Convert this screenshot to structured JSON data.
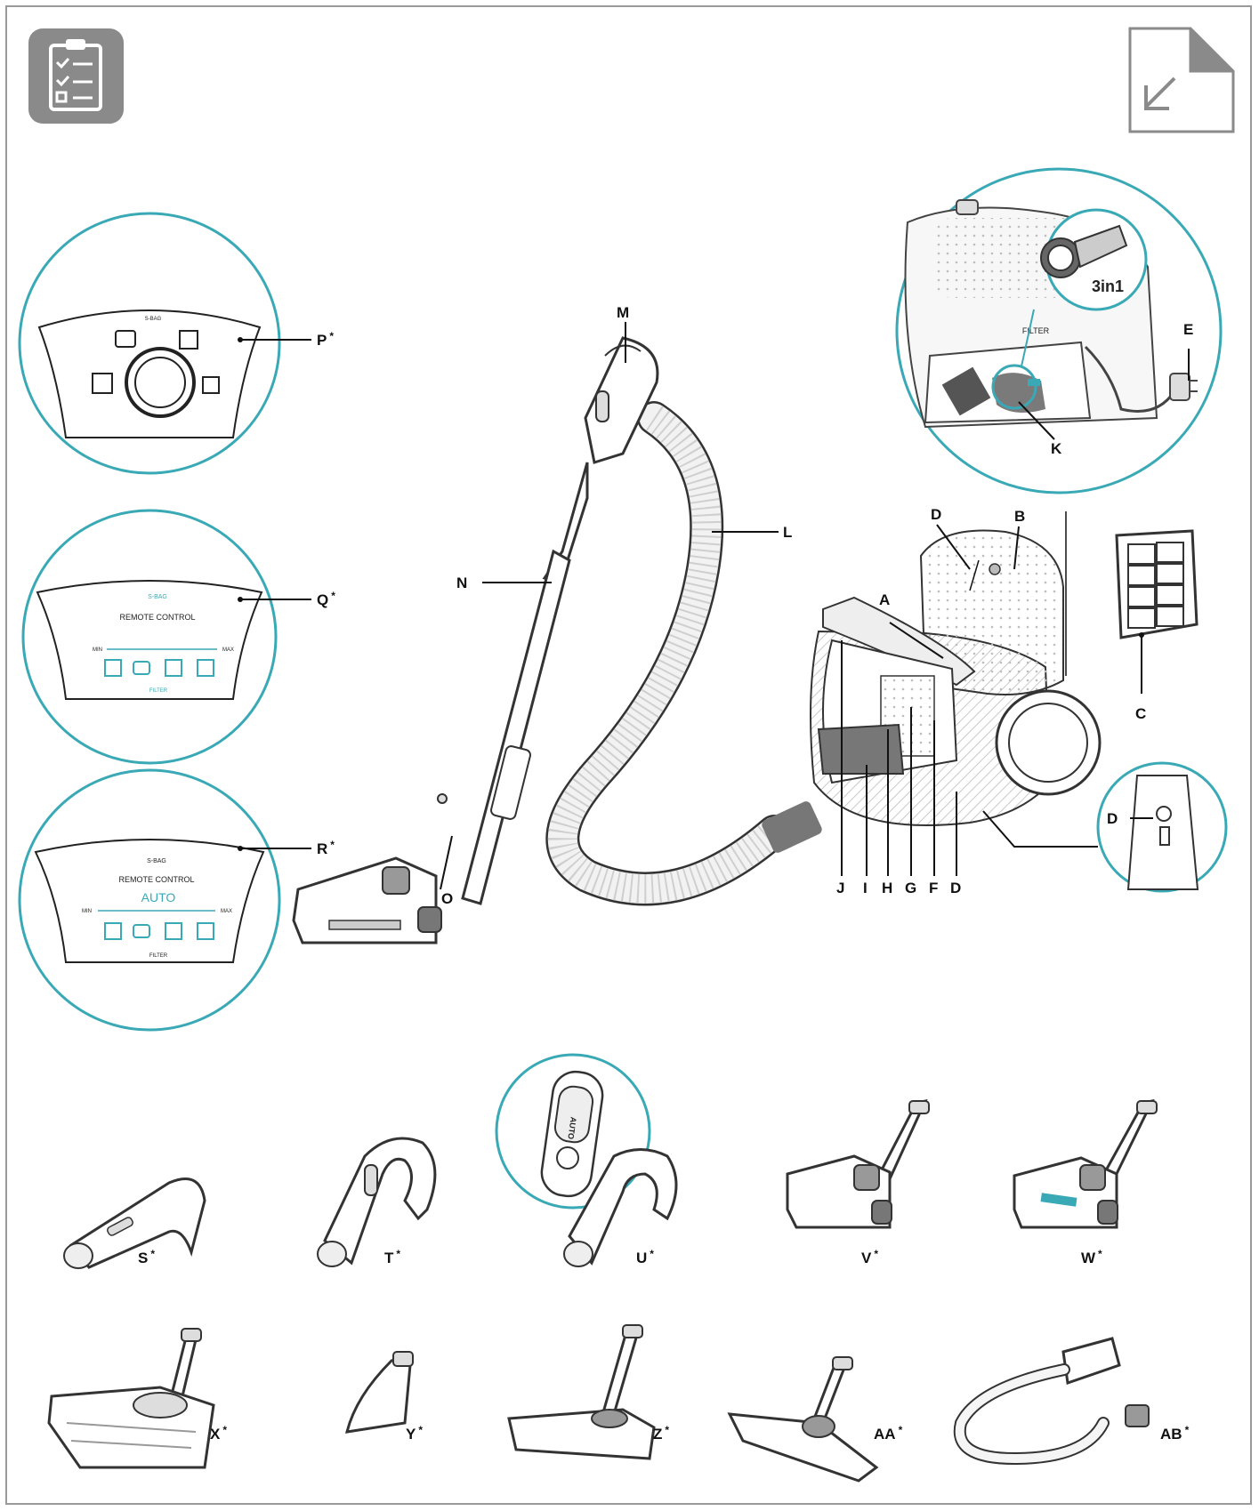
{
  "colors": {
    "accent": "#3aa9b6",
    "frame": "#9a9a9a",
    "icon_bg": "#8a8a8a"
  },
  "icons": {
    "checklist": "checklist-icon",
    "document": "document-arrow-icon"
  },
  "panels": {
    "p": {
      "label": "P",
      "star": "*",
      "sbag": "S-BAG"
    },
    "q": {
      "label": "Q",
      "star": "*",
      "sbag": "S-BAG",
      "remote": "REMOTE CONTROL",
      "min": "MIN",
      "max": "MAX",
      "filter": "FILTER"
    },
    "r": {
      "label": "R",
      "star": "*",
      "sbag": "S-BAG",
      "remote": "REMOTE CONTROL",
      "auto": "AUTO",
      "min": "MIN",
      "max": "MAX",
      "filter": "FILTER"
    }
  },
  "inset": {
    "filter_text": "FILTER",
    "tool_label": "3in1"
  },
  "main_labels": {
    "a": "A",
    "b": "B",
    "c": "C",
    "d_top": "D",
    "e": "E",
    "k": "K",
    "l": "L",
    "m": "M",
    "n": "N",
    "o": "O",
    "j": "J",
    "i": "I",
    "h": "H",
    "g": "G",
    "f": "F",
    "d_bottom": "D",
    "d_inset": "D"
  },
  "accessories": [
    {
      "label": "S",
      "star": "*"
    },
    {
      "label": "T",
      "star": "*"
    },
    {
      "label": "U",
      "star": "*"
    },
    {
      "label": "V",
      "star": "*"
    },
    {
      "label": "W",
      "star": "*"
    },
    {
      "label": "X",
      "star": "*"
    },
    {
      "label": "Y",
      "star": "*"
    },
    {
      "label": "Z",
      "star": "*"
    },
    {
      "label": "AA",
      "star": "*"
    },
    {
      "label": "AB",
      "star": "*"
    }
  ],
  "handle_buttons": {
    "auto": "AUTO"
  }
}
